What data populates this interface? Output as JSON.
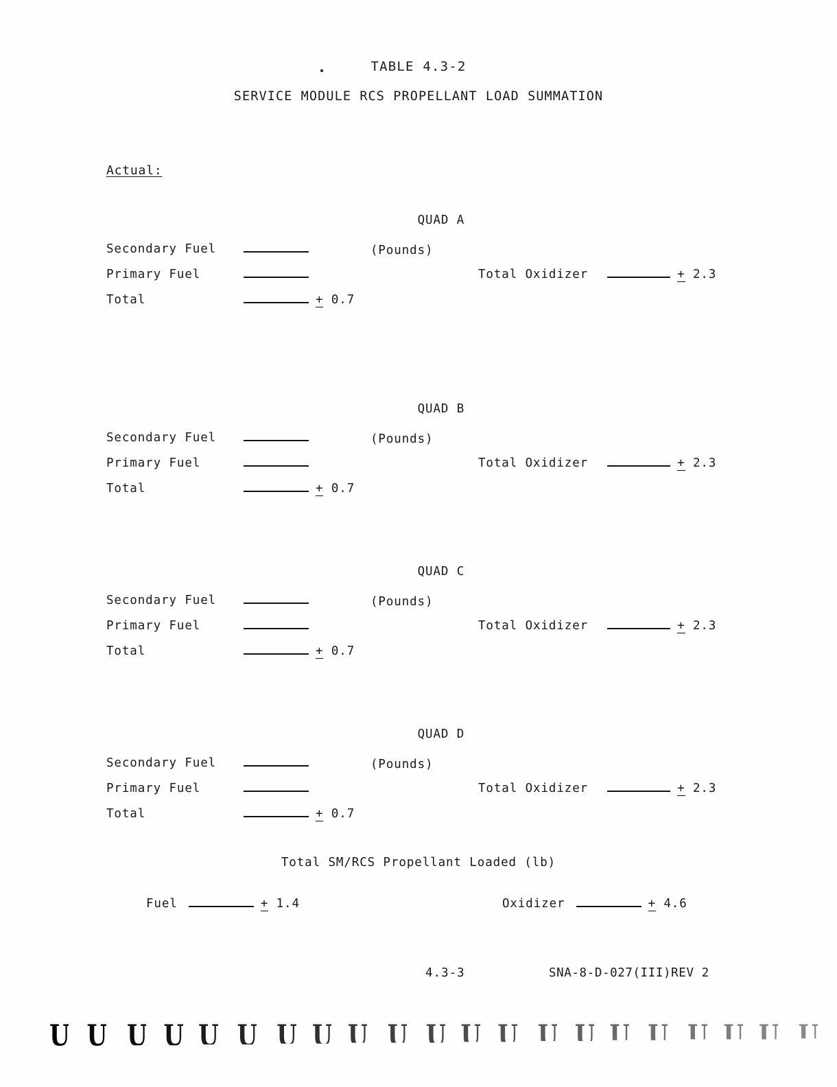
{
  "document": {
    "table_number": "TABLE 4.3-2",
    "caption": "SERVICE MODULE RCS PROPELLANT LOAD SUMMATION",
    "section_label": "Actual:"
  },
  "row_labels": {
    "secondary_fuel": "Secondary Fuel",
    "primary_fuel": "Primary Fuel",
    "total": "Total",
    "total_oxidizer": "Total Oxidizer"
  },
  "symbols": {
    "plus_minus": "+",
    "blank": ""
  },
  "quads": [
    {
      "name": "QUAD A",
      "unit": "(Pounds)",
      "secondary_fuel_value": "",
      "primary_fuel_value": "",
      "total_value": "",
      "total_tolerance": "0.7",
      "oxidizer_value": "",
      "oxidizer_tolerance": "2.3"
    },
    {
      "name": "QUAD B",
      "unit": "(Pounds)",
      "secondary_fuel_value": "",
      "primary_fuel_value": "",
      "total_value": "",
      "total_tolerance": "0.7",
      "oxidizer_value": "",
      "oxidizer_tolerance": "2.3"
    },
    {
      "name": "QUAD C",
      "unit": "(Pounds)",
      "secondary_fuel_value": "",
      "primary_fuel_value": "",
      "total_value": "",
      "total_tolerance": "0.7",
      "oxidizer_value": "",
      "oxidizer_tolerance": "2.3"
    },
    {
      "name": "QUAD D",
      "unit": "(Pounds)",
      "secondary_fuel_value": "",
      "primary_fuel_value": "",
      "total_value": "",
      "total_tolerance": "0.7",
      "oxidizer_value": "",
      "oxidizer_tolerance": "2.3"
    }
  ],
  "totals": {
    "heading": "Total SM/RCS Propellant Loaded (lb)",
    "fuel_label": "Fuel",
    "fuel_value": "",
    "fuel_tolerance": "1.4",
    "oxidizer_label": "Oxidizer",
    "oxidizer_value": "",
    "oxidizer_tolerance": "4.6"
  },
  "footer": {
    "page_number": "4.3-3",
    "document_id": "SNA-8-D-027(III)REV 2"
  },
  "artifacts": {
    "edge_glyph": "U",
    "edge_glyph_count": 21
  }
}
